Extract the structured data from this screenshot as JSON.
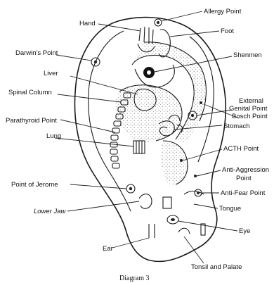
{
  "caption": "Diagram 3",
  "labels": {
    "allergy_point": "Allergy Point",
    "hand": "Hand",
    "foot": "Foot",
    "darwins_point": "Darwin's Point",
    "shenmen": "Shenmen",
    "liver": "Liver",
    "spinal_column": "Spinal Column",
    "external_genital_point": [
      "External",
      "Genital Point"
    ],
    "parathyroid_point": "Parathyroid Point",
    "bosch_point": "Bosch Point",
    "lung": "Lung",
    "stomach": "Stomach",
    "acth_point": "ACTH Point",
    "anti_aggression_point": [
      "Anti-Aggression",
      "Point"
    ],
    "point_of_jerome": "Point of Jerome",
    "anti_fear_point": "Anti-Fear Point",
    "lower_jaw": "Lower Jaw",
    "tongue": "Tongue",
    "eye": "Eye",
    "ear": "Ear",
    "tonsil_and_palate": "Tonsil and Palate"
  }
}
